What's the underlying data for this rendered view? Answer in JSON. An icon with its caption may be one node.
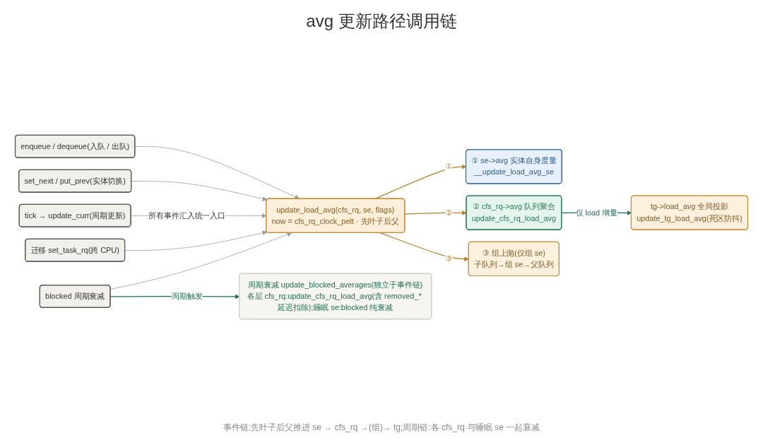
{
  "diagram": {
    "title": "avg 更新路径调用链",
    "caption": "事件链:先叶子后父推进 se → cfs_rq →(组)→ tg;周期链:各 cfs_rq 与睡眠 se 一起衰减",
    "nodes": [
      {
        "text": [
          "enqueue / dequeue(入队 / 出队)"
        ]
      },
      {
        "text": [
          "set_next / put_prev(实体切换)"
        ]
      },
      {
        "text": [
          "tick → update_curr(周期更新)"
        ]
      },
      {
        "text": [
          "迁移 set_task_rq(跨 CPU)"
        ]
      },
      {
        "text": [
          "blocked 周期衰减"
        ]
      },
      {
        "text": [
          "update_load_avg(cfs_rq, se, flags)",
          "now = cfs_rq_clock_pelt · 先叶子后父"
        ]
      },
      {
        "text": [
          "① se->avg 实体自身度量",
          "__update_load_avg_se"
        ]
      },
      {
        "text": [
          "② cfs_rq->avg 队列聚合",
          "update_cfs_rq_load_avg"
        ]
      },
      {
        "text": [
          "③ 组上抛(仅组 se)",
          "子队列→组 se→父队列"
        ]
      },
      {
        "text": [
          "tg->load_avg 全局投影",
          "update_tg_load_avg(死区防抖)"
        ]
      },
      {
        "text": [
          "周期衰减 update_blocked_averages(独立于事件链)",
          "各层 cfs_rq:update_cfs_rq_load_avg(含 removed_* 延迟扣除);睡眠 se:blocked 纯衰减"
        ]
      }
    ],
    "edges": [
      {
        "from": 0,
        "to": 5,
        "arrow": "to"
      },
      {
        "from": 1,
        "to": 5,
        "arrow": "to"
      },
      {
        "from": 2,
        "to": 5,
        "arrow": "to",
        "label": "所有事件汇入统一入口"
      },
      {
        "from": 3,
        "to": 5,
        "arrow": "to"
      },
      {
        "from": 4,
        "to": 5,
        "arrow": "to"
      },
      {
        "from": 5,
        "to": 6,
        "arrow": "to",
        "label": "①",
        "color": "#b8802e"
      },
      {
        "from": 5,
        "to": 7,
        "arrow": "to",
        "label": "②",
        "color": "#b8802e"
      },
      {
        "from": 5,
        "to": 8,
        "arrow": "to",
        "label": "③",
        "color": "#b8802e"
      },
      {
        "from": 7,
        "to": 9,
        "arrow": "to",
        "label": "仅 load 增量",
        "color": "#1f6f55"
      },
      {
        "from": 4,
        "to": 10,
        "arrow": "to",
        "label": "周期触发",
        "color": "#1f6f55"
      }
    ]
  }
}
